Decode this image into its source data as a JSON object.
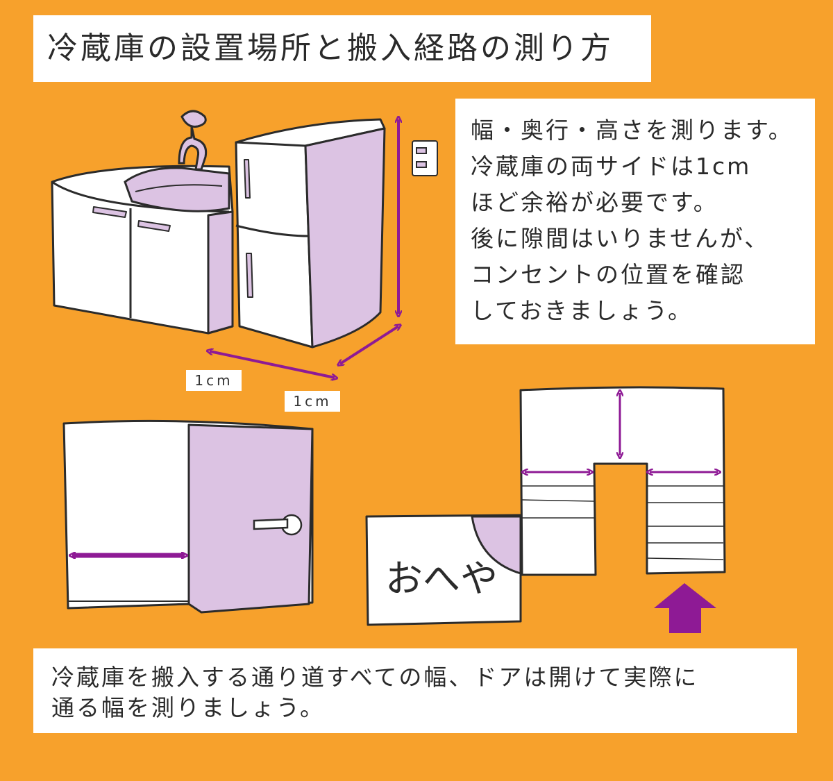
{
  "title": "冷蔵庫の設置場所と搬入経路の測り方",
  "info_lines": [
    "幅・奥行・高さを測ります。",
    "冷蔵庫の両サイドは1cm",
    "ほど余裕が必要です。",
    "後に隙間はいりませんが、",
    "コンセントの位置を確認",
    "しておきましょう。"
  ],
  "clearance_labels": [
    "1cm",
    "1cm"
  ],
  "room_label": "おへや",
  "bottom_lines": [
    "冷蔵庫を搬入する通り道すべての幅、ドアは開けて実際に",
    "通る幅を測りましょう。"
  ],
  "colors": {
    "background": "#f7a12c",
    "accent": "#8e1a95",
    "lavender": "#dcc3e3",
    "panel": "#ffffff"
  }
}
